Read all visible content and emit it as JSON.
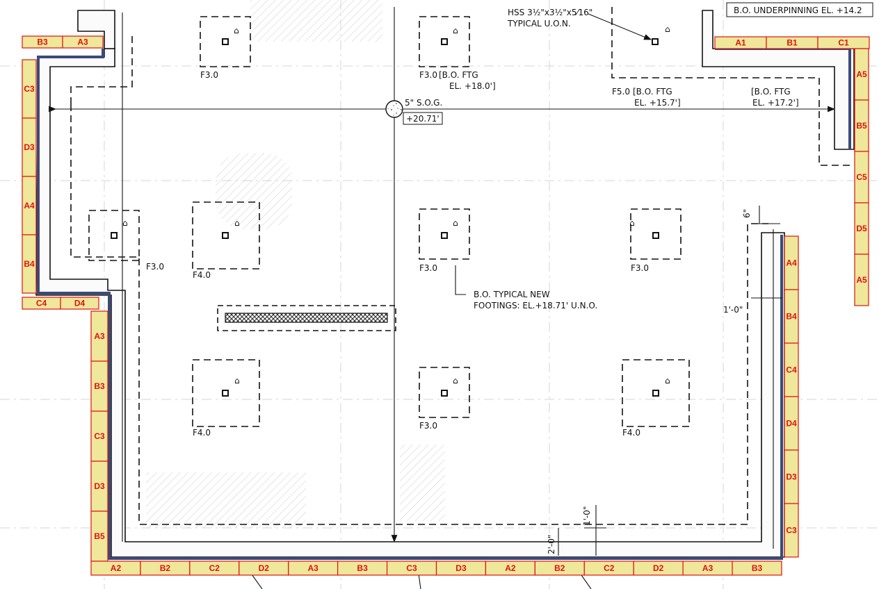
{
  "notes": {
    "hss": "HSS 3½\"x3½\"x5⁄16\"",
    "hss_uon": "TYPICAL U.O.N.",
    "bo_underpinning": "B.O. UNDERPINNING EL. +14.2",
    "sog": "5\" S.O.G.",
    "sog_elev": "+20.71'",
    "typical_footings_1": "B.O. TYPICAL NEW",
    "typical_footings_2": "FOOTINGS: EL.+18.71' U.N.O.",
    "f3_bo_1": "[B.O. FTG",
    "f3_bo_2": "EL. +18.0']",
    "f5_bo_1": "[B.O. FTG",
    "f5_bo_2": "EL. +15.7']",
    "right_bo_1": "[B.O. FTG",
    "right_bo_2": "EL. +17.2']"
  },
  "dimensions": {
    "six_in": "6\"",
    "one_ft_right": "1'-0\"",
    "two_ft": "2'-0\"",
    "one_ft_bottom": "1'-0\""
  },
  "footings": [
    {
      "tag": "F3.0"
    },
    {
      "tag": "F3.0"
    },
    {
      "tag": "F5.0"
    },
    {
      "tag": "F3.0"
    },
    {
      "tag": "F4.0"
    },
    {
      "tag": "F3.0"
    },
    {
      "tag": "F3.0"
    },
    {
      "tag": "F4.0"
    },
    {
      "tag": "F3.0"
    },
    {
      "tag": "F4.0"
    }
  ],
  "segments": {
    "top_left": [
      "B3",
      "A3"
    ],
    "left": [
      "C3",
      "D3",
      "A4",
      "B4"
    ],
    "left_corner": [
      "C4",
      "D4"
    ],
    "left_lower": [
      "A3",
      "B3",
      "C3",
      "D3",
      "B5"
    ],
    "bottom": [
      "A2",
      "B2",
      "C2",
      "D2",
      "A3",
      "B3",
      "C3",
      "D3",
      "A2",
      "B2",
      "C2",
      "D2",
      "A3",
      "B3"
    ],
    "right": [
      "A4",
      "B4",
      "C4",
      "D4",
      "D3",
      "C3"
    ],
    "top_right": [
      "A1",
      "B1",
      "C1"
    ],
    "right_top": [
      "A5",
      "B5",
      "C5",
      "D5",
      "A5"
    ]
  },
  "colors": {
    "segment_fill": "#efe79a",
    "segment_outline": "#e01010",
    "membrane": "#3a4a7a",
    "linework": "#111111"
  },
  "icons": [
    "grid-bubble-icon",
    "footing-symbol-icon"
  ]
}
